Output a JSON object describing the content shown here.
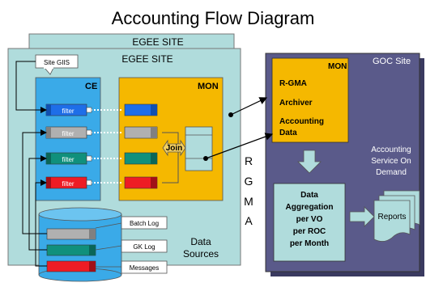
{
  "title": "Accounting Flow Diagram",
  "site_back_label": "EGEE SITE",
  "site_front_label": "EGEE SITE",
  "site_giis_label": "Site GIIS",
  "ce": {
    "label": "CE",
    "filters": [
      {
        "label": "filter",
        "color": "#1e6ee8"
      },
      {
        "label": "filter",
        "color": "#b0b0b0"
      },
      {
        "label": "filter",
        "color": "#10907c"
      },
      {
        "label": "filter",
        "color": "#ee1c24"
      }
    ]
  },
  "mon": {
    "label": "MON",
    "join_label": "Join",
    "color": "#f5b800"
  },
  "data_sources": {
    "label_line1": "Data",
    "label_line2": "Sources",
    "logs": [
      "Batch Log",
      "GK Log",
      "Messages"
    ]
  },
  "rgma_letters": [
    "R",
    "G",
    "M",
    "A"
  ],
  "goc": {
    "label": "GOC Site",
    "mon_label": "MON",
    "mon_lines": [
      "R-GMA",
      "Archiver",
      "Accounting",
      "Data"
    ],
    "service_lines": [
      "Accounting",
      "Service On",
      "Demand"
    ],
    "aggregation_lines": [
      "Data",
      "Aggregation",
      "per VO",
      "per ROC",
      "per Month"
    ],
    "reports_label": "Reports",
    "color": "#5a5a8a"
  }
}
